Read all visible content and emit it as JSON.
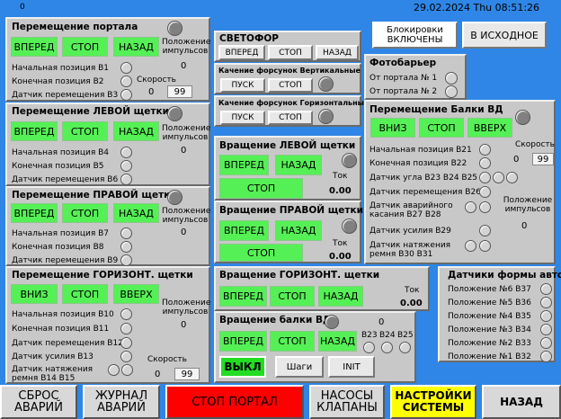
{
  "topbar": {
    "left": "0",
    "datetime": "29.02.2024 Thu 08:51:26"
  },
  "status": {
    "locks": "Блокировки ВКЛЮЧЕНЫ",
    "home": "В ИСХОДНОЕ"
  },
  "common": {
    "forward": "ВПЕРЕД",
    "stop": "СТОП",
    "back": "НАЗАД",
    "down": "ВНИЗ",
    "up": "ВВЕРХ",
    "pos_imp": "Положение импульсов",
    "speed": "Скорость",
    "zero": "0",
    "speed_val": "99",
    "torque": "Ток",
    "torque_val": "0.00",
    "start": "ПУСК"
  },
  "portal": {
    "title": "Перемещение портала",
    "labels": [
      "Начальная позиция В1",
      "Конечная позиция В2",
      "Датчик перемещения В3"
    ]
  },
  "left_brush": {
    "title": "Перемещение ЛЕВОЙ щетки",
    "labels": [
      "Начальная позиция В4",
      "Конечная позиция В5",
      "Датчик перемещения В6"
    ]
  },
  "right_brush": {
    "title": "Перемещение ПРАВОЙ щетки",
    "labels": [
      "Начальная позиция В7",
      "Конечная позиция В8",
      "Датчик перемещения В9"
    ]
  },
  "horiz_brush": {
    "title": "Перемещение ГОРИЗОНТ. щетки",
    "labels": [
      "Начальная позиция В10",
      "Конечная позиция В11",
      "Датчик перемещения В12",
      "Датчик усилия В13",
      "Датчик натяжения ремня В14 В15"
    ]
  },
  "traffic": {
    "title": "СВЕТОФОР",
    "forward": "ВПЕРЕД",
    "stop": "СТОП",
    "back": "НАЗАД"
  },
  "nozzle_v": {
    "title": "Качение форсунок Вертикальные",
    "start": "ПУСК",
    "stop": "СТОП"
  },
  "nozzle_h": {
    "title": "Качение форсунок Горизонтальные",
    "start": "ПУСК",
    "stop": "СТОП"
  },
  "rot_left": {
    "title": "Вращение ЛЕВОЙ щетки"
  },
  "rot_right": {
    "title": "Вращение ПРАВОЙ щетки"
  },
  "rot_horiz": {
    "title": "Вращение ГОРИЗОНТ. щетки"
  },
  "rot_beam": {
    "title": "Вращение балки ВД",
    "off": "ВЫКЛ",
    "steps": "Шаги",
    "init": "INIT",
    "sensors": [
      "В23",
      "В24",
      "В25"
    ]
  },
  "photo": {
    "title": "Фотобарьер",
    "labels": [
      "От портала № 1",
      "От портала № 2"
    ]
  },
  "beam": {
    "title": "Перемещение Балки ВД",
    "labels": [
      "Начальная позиция В21",
      "Конечная позиция В22",
      "Датчик угла В23 В24 В25",
      "Датчик перемещения В26",
      "Датчик аварийного касания В27 В28",
      "Датчик усилия В29",
      "Датчик натяжения ремня В30 В31"
    ]
  },
  "shape": {
    "title": "Датчики формы авто",
    "labels": [
      "Положение №6  В37",
      "Положение №5  В36",
      "Положение №4  В35",
      "Положение №3  В34",
      "Положение №2  В33",
      "Положение №1  В32"
    ]
  },
  "nav": {
    "reset": "СБРОС АВАРИЙ",
    "journal": "ЖУРНАЛ АВАРИЙ",
    "stop_portal": "СТОП ПОРТАЛ",
    "pumps": "НАСОСЫ КЛАПАНЫ",
    "settings": "НАСТРОЙКИ СИСТЕМЫ",
    "back": "НАЗАД"
  },
  "colors": {
    "bg": "#2f86e6",
    "green": "#55f055",
    "red": "#ff0000",
    "yellow": "#ffff00"
  }
}
